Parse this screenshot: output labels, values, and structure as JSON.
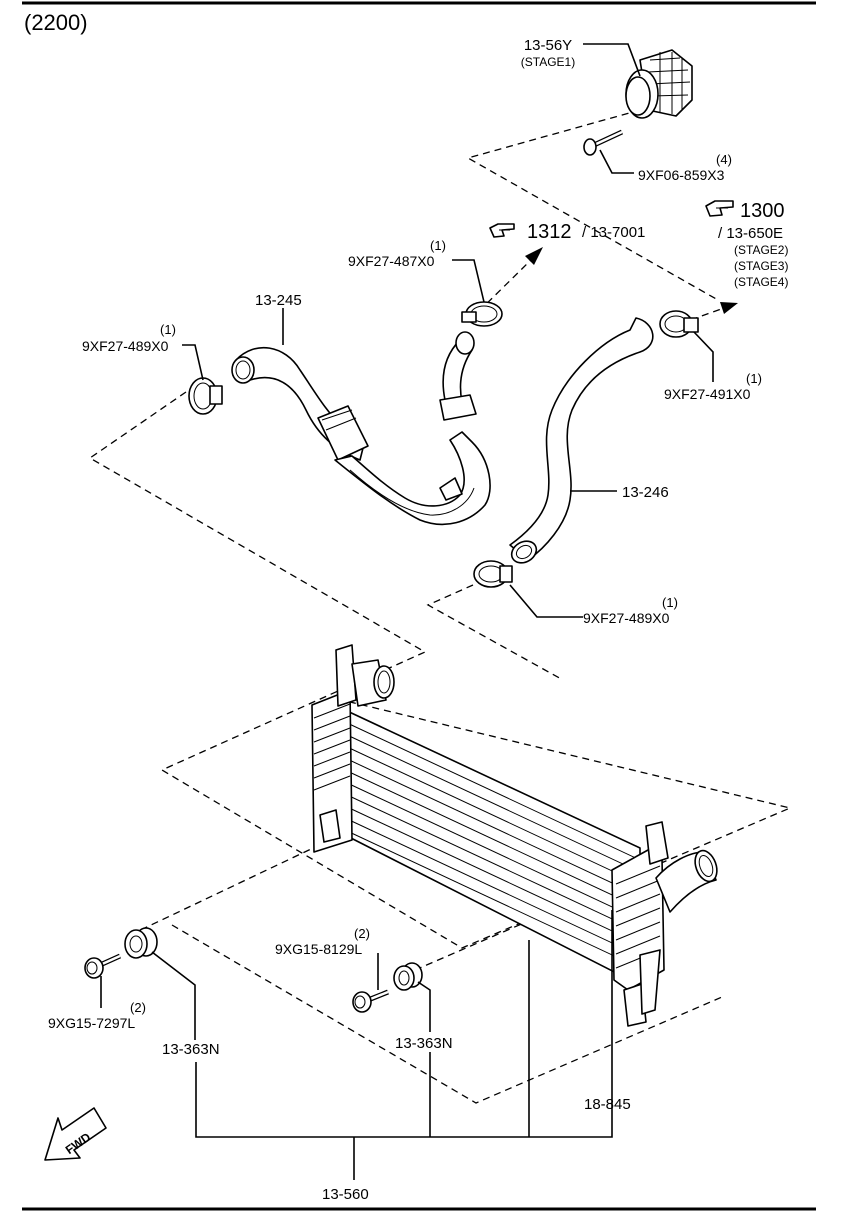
{
  "page_code": "(2200)",
  "labels": {
    "pn_13_56Y": "13-56Y",
    "stage1": "(STAGE1)",
    "qty_bolt_top": "(4)",
    "pn_9XF06": "9XF06-859X3",
    "ref_1300": "1300",
    "ref_13_650E": "/ 13-650E",
    "stage2": "(STAGE2)",
    "stage3": "(STAGE3)",
    "stage4": "(STAGE4)",
    "ref_1312": "1312",
    "ref_13_7001": "/ 13-7001",
    "qty_clamp_487": "(1)",
    "pn_9XF27_487": "9XF27-487X0",
    "pn_13_245": "13-245",
    "qty_clamp_489a": "(1)",
    "pn_9XF27_489a": "9XF27-489X0",
    "qty_clamp_491": "(1)",
    "pn_9XF27_491": "9XF27-491X0",
    "pn_13_246": "13-246",
    "qty_clamp_489b": "(1)",
    "pn_9XF27_489b": "9XF27-489X0",
    "qty_bolt_8129": "(2)",
    "pn_9XG15_8129": "9XG15-8129L",
    "qty_bolt_7297": "(2)",
    "pn_9XG15_7297": "9XG15-7297L",
    "pn_13_363N_left": "13-363N",
    "pn_13_363N_right": "13-363N",
    "pn_18_845": "18-845",
    "pn_13_560": "13-560",
    "fwd": "FWD"
  }
}
